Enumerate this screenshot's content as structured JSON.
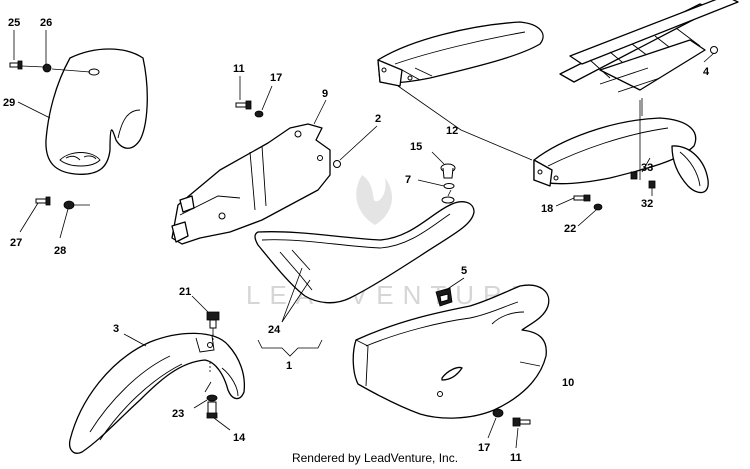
{
  "diagram": {
    "watermark": "LEADVENTURE",
    "footer": "Rendered by LeadVenture, Inc.",
    "callouts": {
      "c25": "25",
      "c26": "26",
      "c29": "29",
      "c27": "27",
      "c28": "28",
      "c11a": "11",
      "c17a": "17",
      "c9": "9",
      "c2": "2",
      "c15": "15",
      "c7": "7",
      "c12": "12",
      "c4": "4",
      "c33": "33",
      "c32": "32",
      "c18": "18",
      "c22": "22",
      "c5": "5",
      "c21": "21",
      "c3": "3",
      "c24": "24",
      "c1": "1",
      "c23": "23",
      "c14": "14",
      "c10": "10",
      "c17b": "17",
      "c11b": "11"
    }
  }
}
